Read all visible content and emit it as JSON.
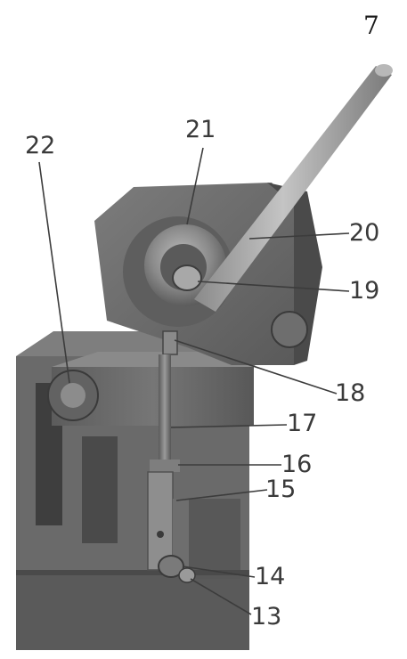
{
  "page_number": "7",
  "callouts": {
    "c13": "13",
    "c14": "14",
    "c15": "15",
    "c16": "16",
    "c17": "17",
    "c18": "18",
    "c19": "19",
    "c20": "20",
    "c21": "21",
    "c22": "22"
  },
  "colors": {
    "background": "#ffffff",
    "metal_dark": "#4e4e4e",
    "metal_mid": "#7a7a7a",
    "metal_light": "#a8a8a8",
    "handle": "#9c9c9c",
    "label_text": "#3a3a3a",
    "leader_line": "#3c3c3c"
  }
}
